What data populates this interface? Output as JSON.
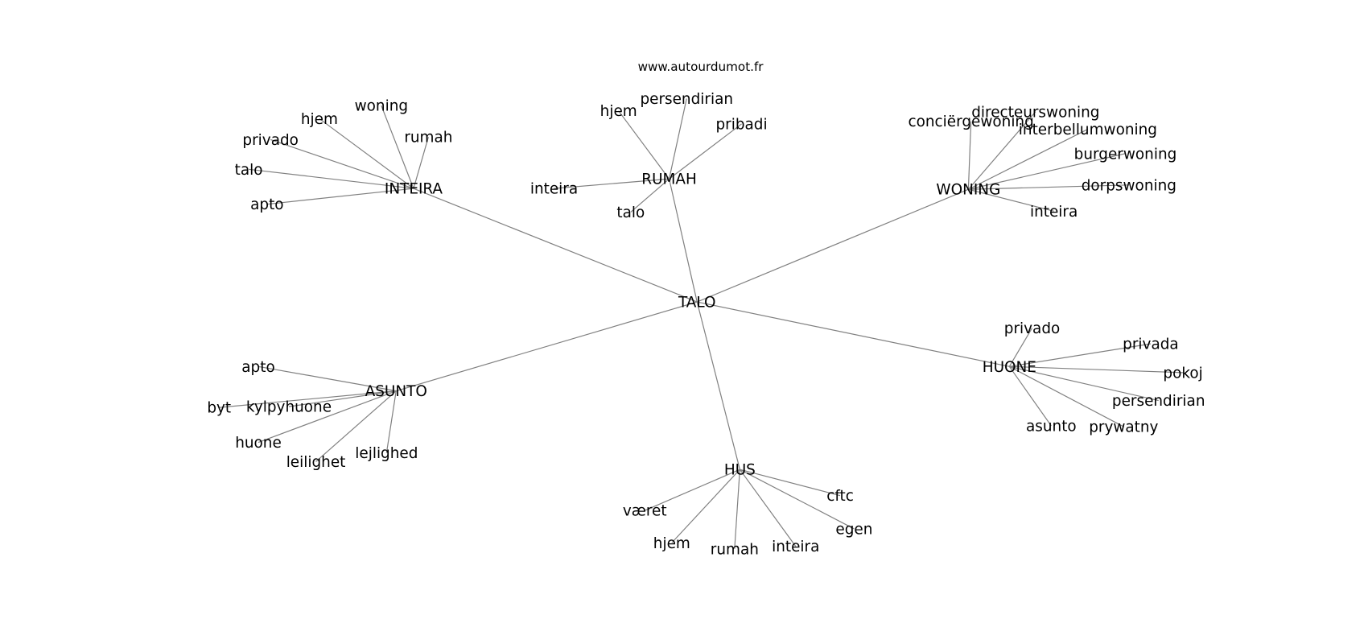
{
  "title": "www.autourdumot.fr",
  "edge_color": "#808080",
  "center": "TALO",
  "hubs": [
    {
      "label": "INTEIRA",
      "leaves": [
        "hjem",
        "woning",
        "rumah",
        "privado",
        "talo",
        "apto"
      ]
    },
    {
      "label": "RUMAH",
      "leaves": [
        "hjem",
        "persendirian",
        "pribadi",
        "inteira",
        "talo"
      ]
    },
    {
      "label": "WONING",
      "leaves": [
        "conciërgewoning",
        "directeurswoning",
        "interbellumwoning",
        "burgerwoning",
        "dorpswoning",
        "inteira"
      ]
    },
    {
      "label": "HUONE",
      "leaves": [
        "privado",
        "privada",
        "pokoj",
        "persendirian",
        "prywatny",
        "asunto"
      ]
    },
    {
      "label": "HUS",
      "leaves": [
        "været",
        "hjem",
        "rumah",
        "inteira",
        "egen",
        "cftc"
      ]
    },
    {
      "label": "ASUNTO",
      "leaves": [
        "apto",
        "byt",
        "kylpyhuone",
        "huone",
        "leilighet",
        "lejlighed"
      ]
    }
  ]
}
